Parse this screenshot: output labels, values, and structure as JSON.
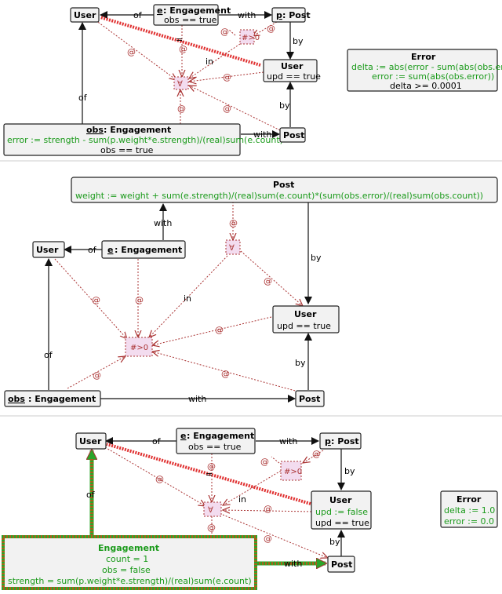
{
  "panel1": {
    "user": "User",
    "e_var": "e",
    "e_type": ": Engagement",
    "e_cond": "obs == true",
    "p_var": "p",
    "p_type": ": Post",
    "user2": "User",
    "user2_cond": "upd == true",
    "obs_var": "obs",
    "obs_type": ": Engagement",
    "obs_assign": "error := strength - sum(p.weight*e.strength)/(real)sum(e.count)",
    "obs_cond": "obs == true",
    "post": "Post",
    "error_title": "Error",
    "error_l1": "delta := abs(error - sum(abs(obs.error)))",
    "error_l2": "error := sum(abs(obs.error))",
    "error_l3": "delta >= 0.0001",
    "of1": "of",
    "with1": "with",
    "by1": "by",
    "by2": "by",
    "of2": "of",
    "with2": "with",
    "in": "in",
    "quant1": "#>0",
    "quant2": "∀"
  },
  "panel2": {
    "post_top": "Post",
    "post_top_assign": "weight := weight + sum(e.strength)/(real)sum(e.count)*(sum(obs.error)/(real)sum(obs.count))",
    "user": "User",
    "e_var": "e",
    "e_type": ": Engagement",
    "user2": "User",
    "user2_cond": "upd == true",
    "obs_var": "obs",
    "obs_type": ": Engagement",
    "post": "Post",
    "with_up": "with",
    "of1": "of",
    "by1": "by",
    "by2": "by",
    "of2": "of",
    "with2": "with",
    "in": "in",
    "quant1": "∀",
    "quant2": "#>0"
  },
  "panel3": {
    "user": "User",
    "e_var": "e",
    "e_type": ": Engagement",
    "e_cond": "obs == true",
    "p_var": "p",
    "p_type": ": Post",
    "user2": "User",
    "user2_assign": "upd := false",
    "user2_cond": "upd == true",
    "eng_title": "Engagement",
    "eng_l1": "count = 1",
    "eng_l2": "obs = false",
    "eng_l3": "strength = sum(p.weight*e.strength)/(real)sum(e.count)",
    "post": "Post",
    "error_title": "Error",
    "error_l1": "delta := 1.0",
    "error_l2": "error := 0.0",
    "of1": "of",
    "with1": "with",
    "by1": "by",
    "by2": "by",
    "of2": "of",
    "with2": "with",
    "in": "in",
    "quant1": "#>0",
    "quant2": "∀"
  },
  "at": "@",
  "eq": "="
}
